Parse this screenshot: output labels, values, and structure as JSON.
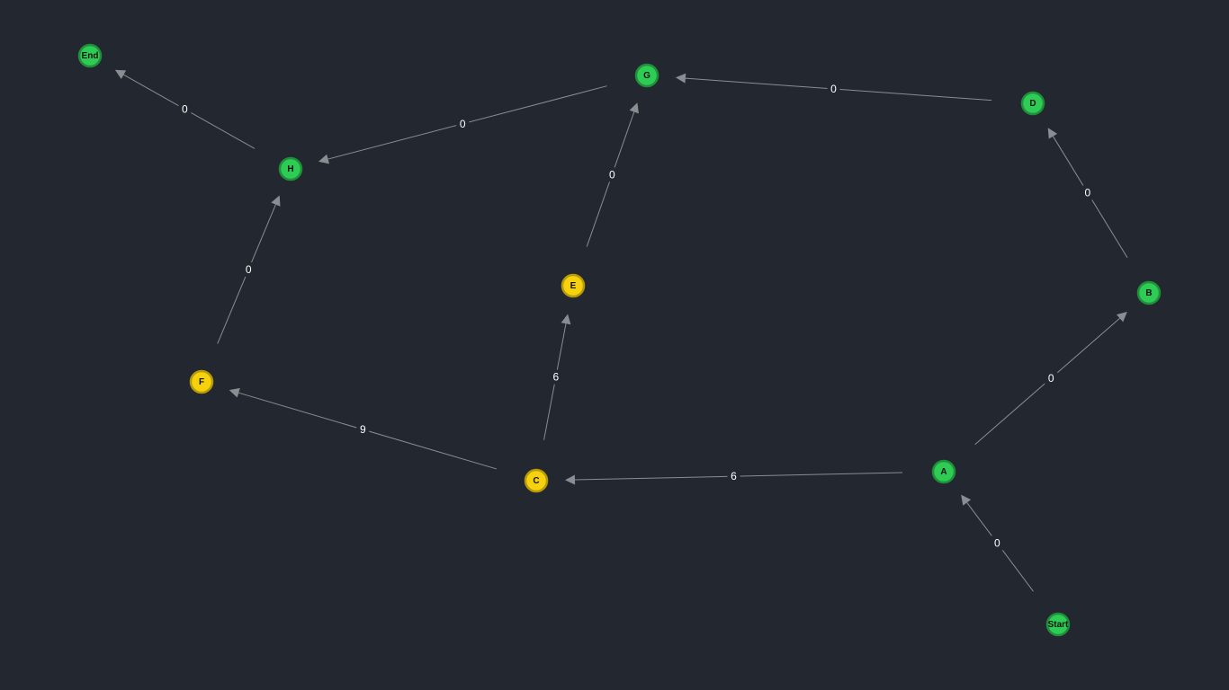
{
  "graph": {
    "background": "#23272f",
    "colors": {
      "green_fill": "#2ecc55",
      "green_stroke": "#1f8f3a",
      "yellow_fill": "#f6d20e",
      "yellow_stroke": "#b79a0a",
      "edge": "#8a8d92"
    },
    "nodes": [
      {
        "id": "End",
        "label": "End",
        "color": "green"
      },
      {
        "id": "G",
        "label": "G",
        "color": "green"
      },
      {
        "id": "D",
        "label": "D",
        "color": "green"
      },
      {
        "id": "H",
        "label": "H",
        "color": "green"
      },
      {
        "id": "E",
        "label": "E",
        "color": "yellow"
      },
      {
        "id": "B",
        "label": "B",
        "color": "green"
      },
      {
        "id": "F",
        "label": "F",
        "color": "yellow"
      },
      {
        "id": "C",
        "label": "C",
        "color": "yellow"
      },
      {
        "id": "A",
        "label": "A",
        "color": "green"
      },
      {
        "id": "Start",
        "label": "Start",
        "color": "green"
      }
    ],
    "edges": [
      {
        "from": "Start",
        "to": "A",
        "label": "0"
      },
      {
        "from": "A",
        "to": "B",
        "label": "0"
      },
      {
        "from": "A",
        "to": "C",
        "label": "6"
      },
      {
        "from": "B",
        "to": "D",
        "label": "0"
      },
      {
        "from": "D",
        "to": "G",
        "label": "0"
      },
      {
        "from": "C",
        "to": "E",
        "label": "6"
      },
      {
        "from": "C",
        "to": "F",
        "label": "9"
      },
      {
        "from": "E",
        "to": "G",
        "label": "0"
      },
      {
        "from": "G",
        "to": "H",
        "label": "0"
      },
      {
        "from": "F",
        "to": "H",
        "label": "0"
      },
      {
        "from": "H",
        "to": "End",
        "label": "0"
      }
    ]
  }
}
